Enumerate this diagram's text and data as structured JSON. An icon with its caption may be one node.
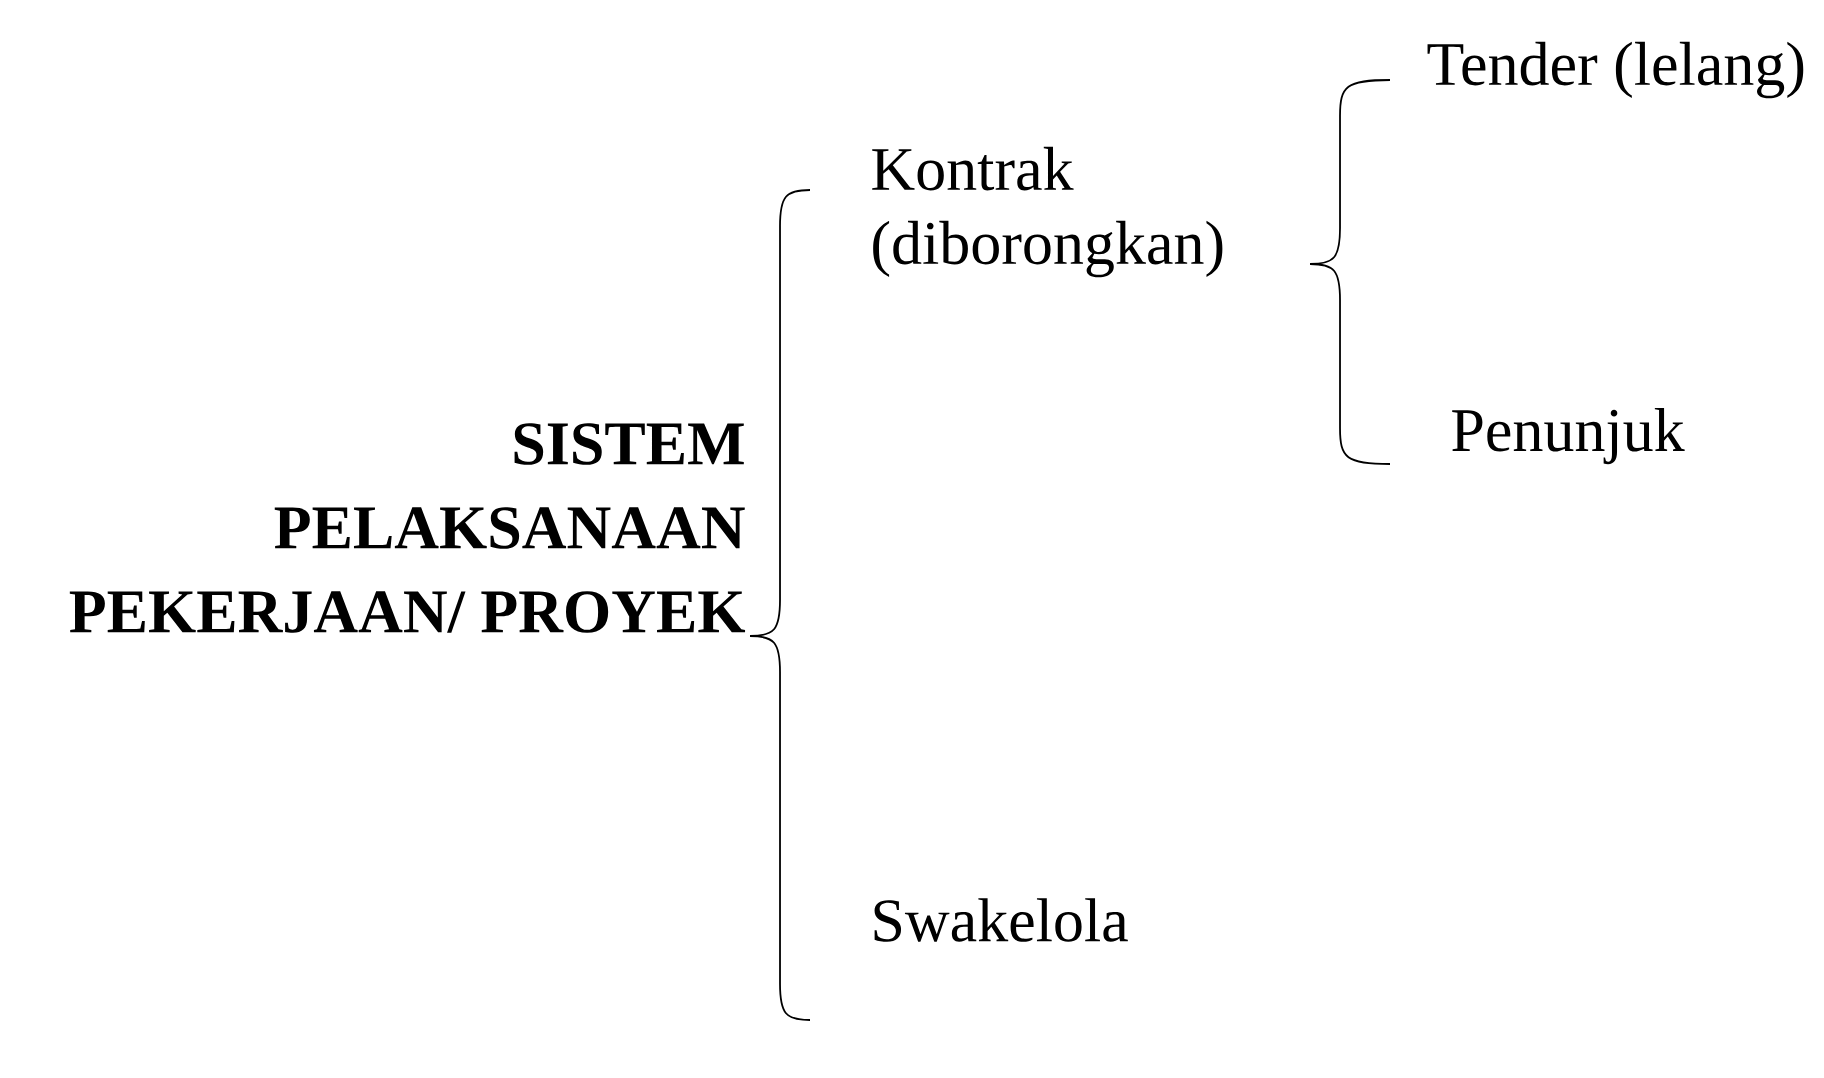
{
  "diagram": {
    "nodes": [
      {
        "text": [
          "SISTEM PELAKSANAAN PEKERJAAN/ PROYEK"
        ]
      },
      {
        "text": [
          "Kontrak (diborongkan)"
        ]
      },
      {
        "text": [
          "Swakelola"
        ]
      },
      {
        "text": [
          "Tender (lelang)"
        ]
      },
      {
        "text": [
          "Penunjuk"
        ]
      }
    ],
    "edges": [
      {
        "from": 0,
        "to": 1,
        "arrow": "none"
      },
      {
        "from": 0,
        "to": 2,
        "arrow": "none"
      },
      {
        "from": 1,
        "to": 3,
        "arrow": "none"
      },
      {
        "from": 1,
        "to": 4,
        "arrow": "none"
      }
    ]
  }
}
